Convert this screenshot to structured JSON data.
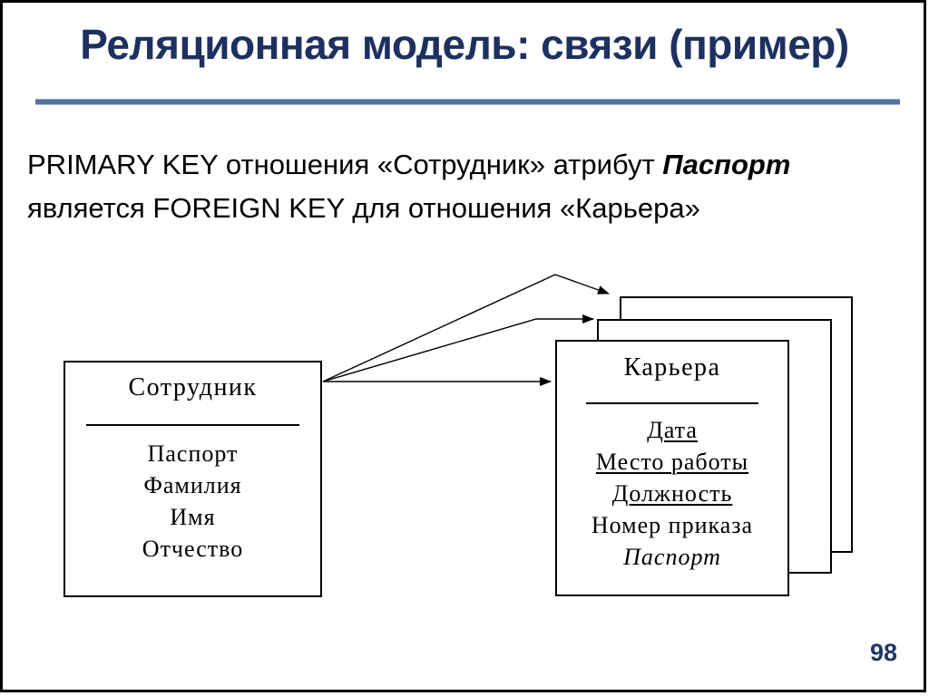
{
  "slide": {
    "title": "Реляционная модель: связи (пример)",
    "page_number": "98",
    "body": {
      "line1_text": "PRIMARY KEY отношения «Сотрудник» атрибут ",
      "line1_emphasis": "Паспорт",
      "line2_text": "является FOREIGN KEY для отношения «Карьера»"
    },
    "colors": {
      "title": "#1d3160",
      "divider": "#54719f",
      "page_number": "#1f3864",
      "diagram_lines": "#000000"
    }
  },
  "diagram": {
    "left_entity": {
      "title": "Сотрудник",
      "attributes": [
        {
          "label": "Паспорт"
        },
        {
          "label": "Фамилия"
        },
        {
          "label": "Имя"
        },
        {
          "label": "Отчество"
        }
      ]
    },
    "right_entity": {
      "title": "Карьера",
      "stack_count": 3,
      "attributes": [
        {
          "label": "Дата",
          "underline": true
        },
        {
          "label": "Место работы",
          "underline": true
        },
        {
          "label": "Должность",
          "underline": true
        },
        {
          "label": "Номер приказа",
          "underline": false
        },
        {
          "label": "Паспорт",
          "italic": true
        }
      ]
    },
    "relationship": {
      "from_entity": "Сотрудник",
      "to_entity": "Карьера",
      "arrow_count": 3
    }
  }
}
